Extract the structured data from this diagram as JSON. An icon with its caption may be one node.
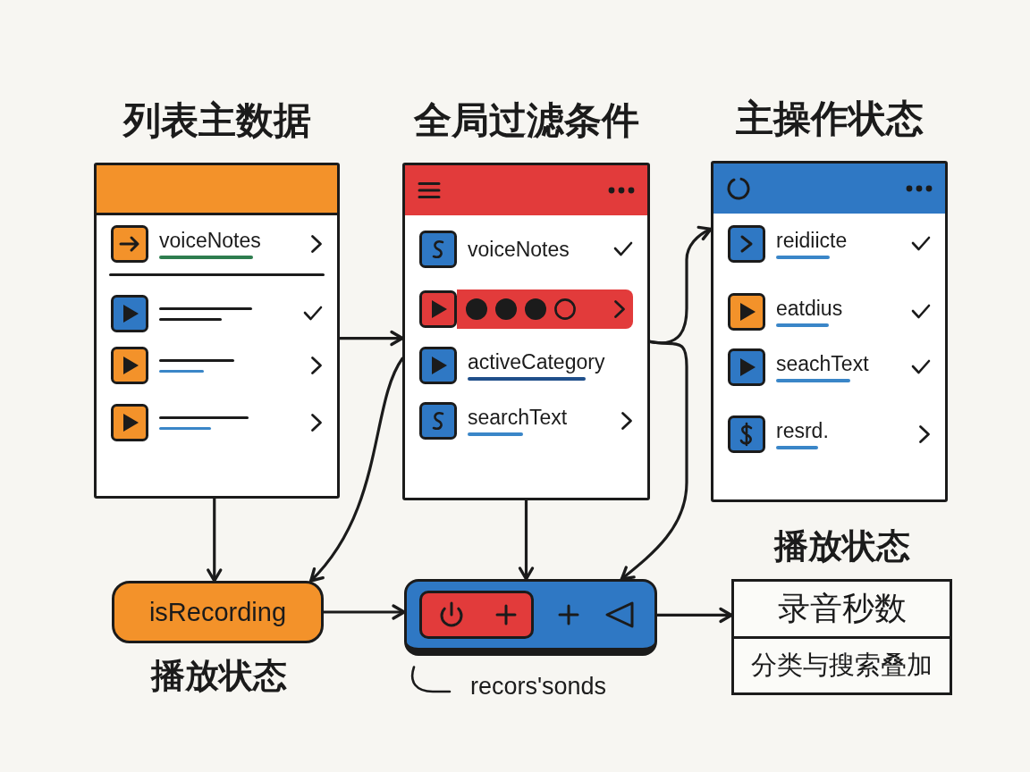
{
  "diagram": {
    "nodes": [
      {
        "text": [
          "列表主数据",
          "voiceNotes"
        ]
      },
      {
        "text": [
          "全局过滤条件",
          "voiceNotes",
          "activeCategory",
          "searchText"
        ]
      },
      {
        "text": [
          "主操作状态",
          "reidiicte",
          "eatdius",
          "seachText",
          "resrd."
        ]
      },
      {
        "text": [
          "isRecording"
        ],
        "beside": [
          "播放状态"
        ]
      },
      {
        "text": [],
        "shape": "bar",
        "beside": [
          "recors'sonds"
        ]
      },
      {
        "text": [
          "播放状态",
          "录音秒数",
          "分类与搜索叠加"
        ]
      }
    ],
    "edges": [
      {
        "from": 0,
        "to": 1,
        "arrow": "to"
      },
      {
        "from": 0,
        "to": 3,
        "arrow": "to"
      },
      {
        "from": 1,
        "to": 3,
        "arrow": "to"
      },
      {
        "from": 1,
        "to": 4,
        "arrow": "to"
      },
      {
        "from": 1,
        "to": 2,
        "arrow": "to"
      },
      {
        "from": 1,
        "to": 4,
        "arrow": "to"
      },
      {
        "from": 3,
        "to": 4,
        "arrow": "to"
      },
      {
        "from": 4,
        "to": 5,
        "arrow": "to"
      }
    ]
  }
}
